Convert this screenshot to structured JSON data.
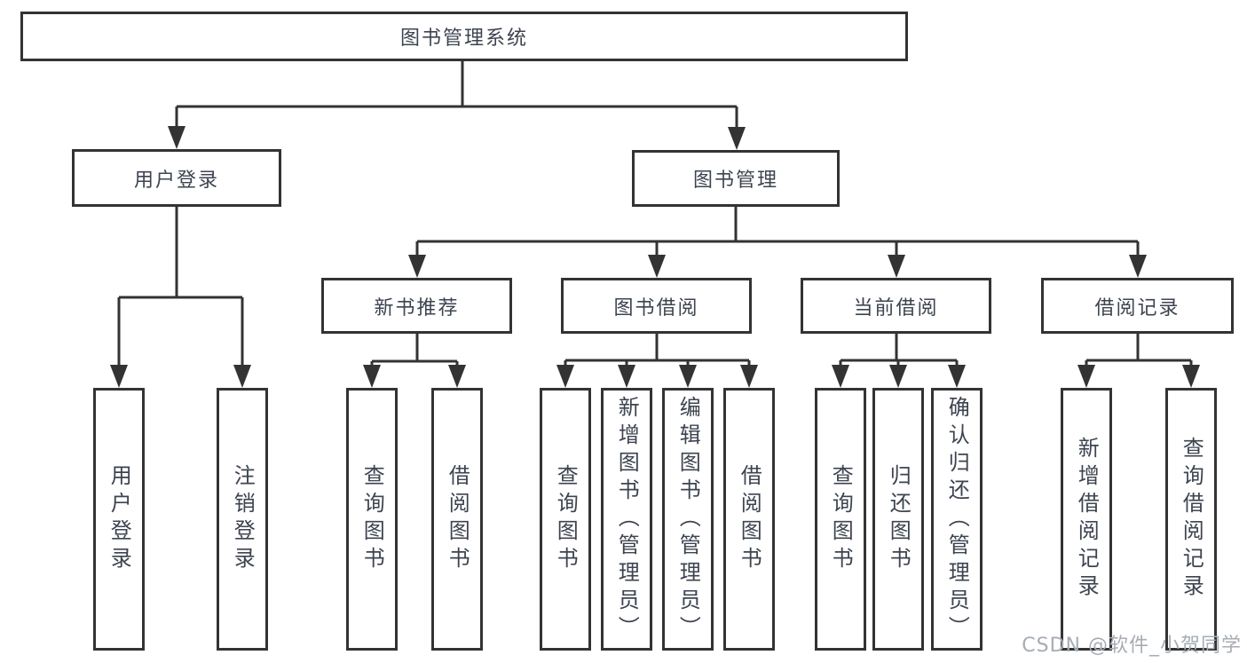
{
  "diagram": {
    "root": {
      "label": "图书管理系统"
    },
    "branches": [
      {
        "label": "用户登录",
        "children": [
          {
            "label": "用户登录"
          },
          {
            "label": "注销登录"
          }
        ]
      },
      {
        "label": "图书管理",
        "children": [
          {
            "label": "新书推荐",
            "children": [
              {
                "label": "查询图书"
              },
              {
                "label": "借阅图书"
              }
            ]
          },
          {
            "label": "图书借阅",
            "children": [
              {
                "label": "查询图书"
              },
              {
                "label": "新增图书（管理员）"
              },
              {
                "label": "编辑图书（管理员）"
              },
              {
                "label": "借阅图书"
              }
            ]
          },
          {
            "label": "当前借阅",
            "children": [
              {
                "label": "查询图书"
              },
              {
                "label": "归还图书"
              },
              {
                "label": "确认归还（管理员）"
              }
            ]
          },
          {
            "label": "借阅记录",
            "children": [
              {
                "label": "新增借阅记录"
              },
              {
                "label": "查询借阅记录"
              }
            ]
          }
        ]
      }
    ]
  },
  "watermark": {
    "text": "CSDN @软件_小贺同学"
  },
  "colors": {
    "line": "#333333",
    "box_border": "#333333",
    "box_fill": "#ffffff",
    "text": "#3d4450",
    "watermark": "#a6adb5",
    "background": "#ffffff"
  }
}
